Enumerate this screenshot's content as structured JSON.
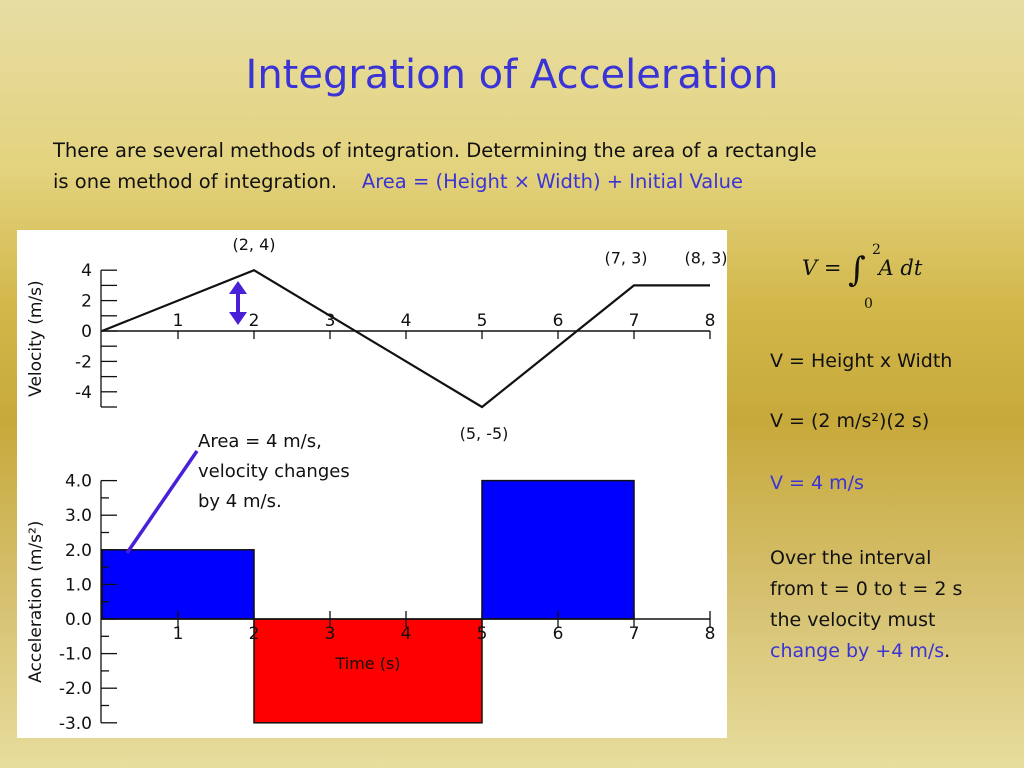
{
  "slide": {
    "title": "Integration of Acceleration",
    "intro_line1": "There are several methods of integration.  Determining the area of a rectangle",
    "intro_line2": "is one method of integration.",
    "intro_formula": "Area = (Height × Width) + Initial Value"
  },
  "side_panel": {
    "formula": {
      "lhs": "V =",
      "integral": "∫",
      "upper": "2",
      "lower": "0",
      "integrand": "A dt"
    },
    "line1": "V = Height x Width",
    "line2": "V = (2 m/s²)(2 s)",
    "line3": "V = 4 m/s",
    "para_1": "Over the interval",
    "para_2": "from t = 0 to t = 2 s",
    "para_3": "the velocity must",
    "para_4_highlight": "change by +4 m/s",
    "para_4_end": "."
  },
  "annotation": {
    "line1": "Area = 4 m/s,",
    "line2": "velocity changes",
    "line3": "by 4 m/s."
  },
  "colors": {
    "accent_blue": "#3a33d6",
    "positive_bar": "#0000ff",
    "negative_bar": "#ff0000",
    "arrow": "#4a1fd8"
  },
  "chart_data": [
    {
      "type": "line",
      "title": "",
      "xlabel": "",
      "ylabel": "Velocity (m/s)",
      "x_ticks": [
        "1",
        "2",
        "3",
        "4",
        "5",
        "6",
        "7",
        "8"
      ],
      "y_ticks": [
        "4",
        "2",
        "0",
        "-2",
        "-4"
      ],
      "xlim": [
        0,
        8
      ],
      "ylim": [
        -5,
        4
      ],
      "series": [
        {
          "x": [
            0,
            2,
            5,
            7,
            8
          ],
          "y": [
            0,
            4,
            -5,
            3,
            3
          ]
        }
      ],
      "point_labels": [
        {
          "x": 2,
          "y": 4,
          "text": "(2, 4)"
        },
        {
          "x": 5,
          "y": -5,
          "text": "(5, -5)"
        },
        {
          "x": 7,
          "y": 3,
          "text": "(7, 3)"
        },
        {
          "x": 8,
          "y": 3,
          "text": "(8, 3)"
        }
      ]
    },
    {
      "type": "bar",
      "title": "",
      "xlabel": "Time (s)",
      "ylabel": "Acceleration (m/s²)",
      "x_ticks": [
        "1",
        "2",
        "3",
        "4",
        "5",
        "6",
        "7",
        "8"
      ],
      "y_ticks": [
        "4.0",
        "3.0",
        "2.0",
        "1.0",
        "0.0",
        "-1.0",
        "-2.0",
        "-3.0"
      ],
      "xlim": [
        0,
        8
      ],
      "ylim": [
        -3,
        4
      ],
      "bars": [
        {
          "x0": 0,
          "x1": 2,
          "value": 2
        },
        {
          "x0": 2,
          "x1": 5,
          "value": -3
        },
        {
          "x0": 5,
          "x1": 7,
          "value": 4
        }
      ]
    }
  ]
}
